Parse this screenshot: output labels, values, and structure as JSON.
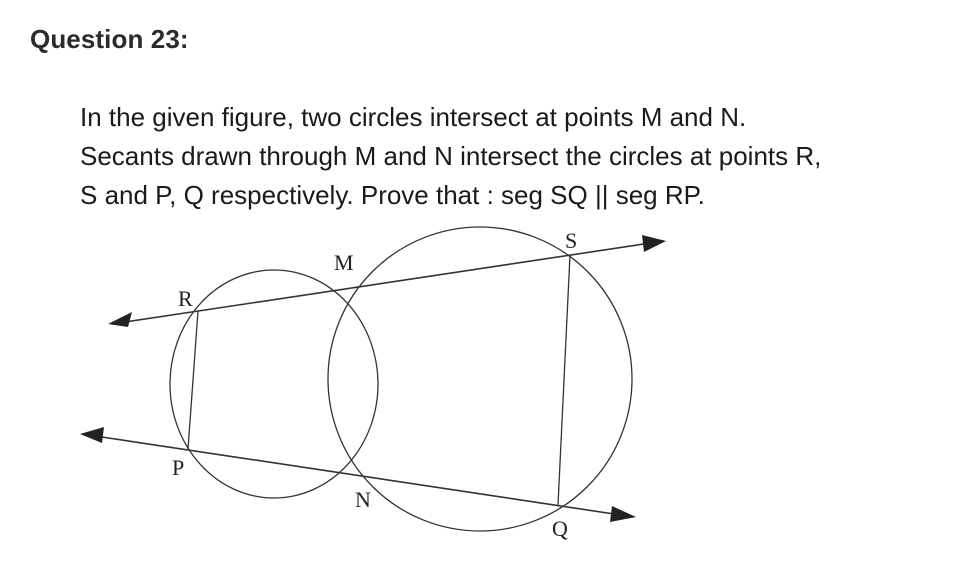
{
  "question": {
    "heading": "Question 23:",
    "lines": [
      "In the given figure, two circles intersect at points M and N.",
      "Secants drawn through M and N intersect the circles at points R,",
      "S and P, Q respectively. Prove that : seg SQ || seg RP."
    ]
  },
  "figure": {
    "labels": {
      "M": "M",
      "N": "N",
      "R": "R",
      "S": "S",
      "P": "P",
      "Q": "Q"
    },
    "stroke_color": "#333333"
  }
}
